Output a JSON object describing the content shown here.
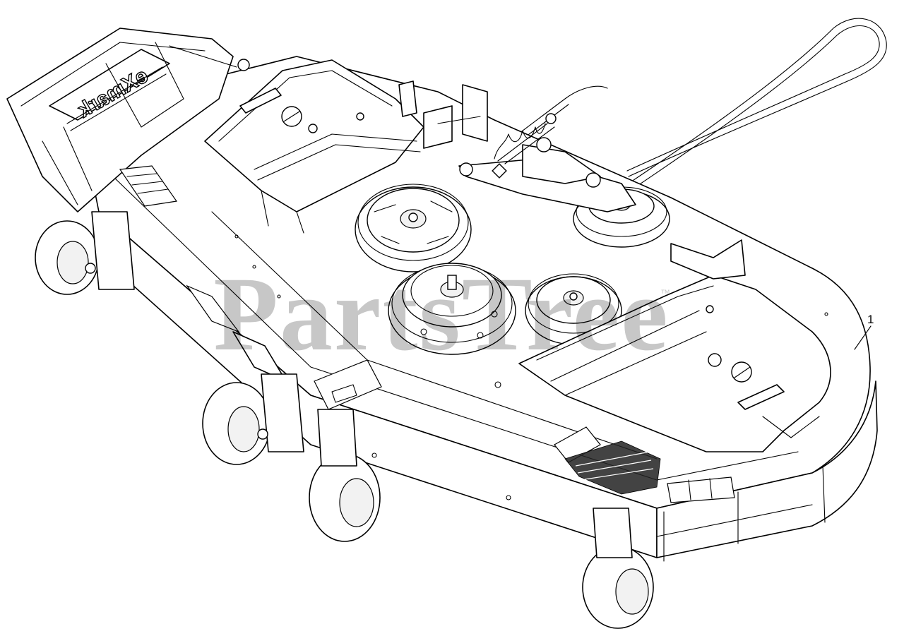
{
  "diagram": {
    "watermark": "PartsTree",
    "watermark_mark": "™",
    "brand_text": "eXmark",
    "callouts": [
      {
        "label": "1"
      }
    ]
  }
}
